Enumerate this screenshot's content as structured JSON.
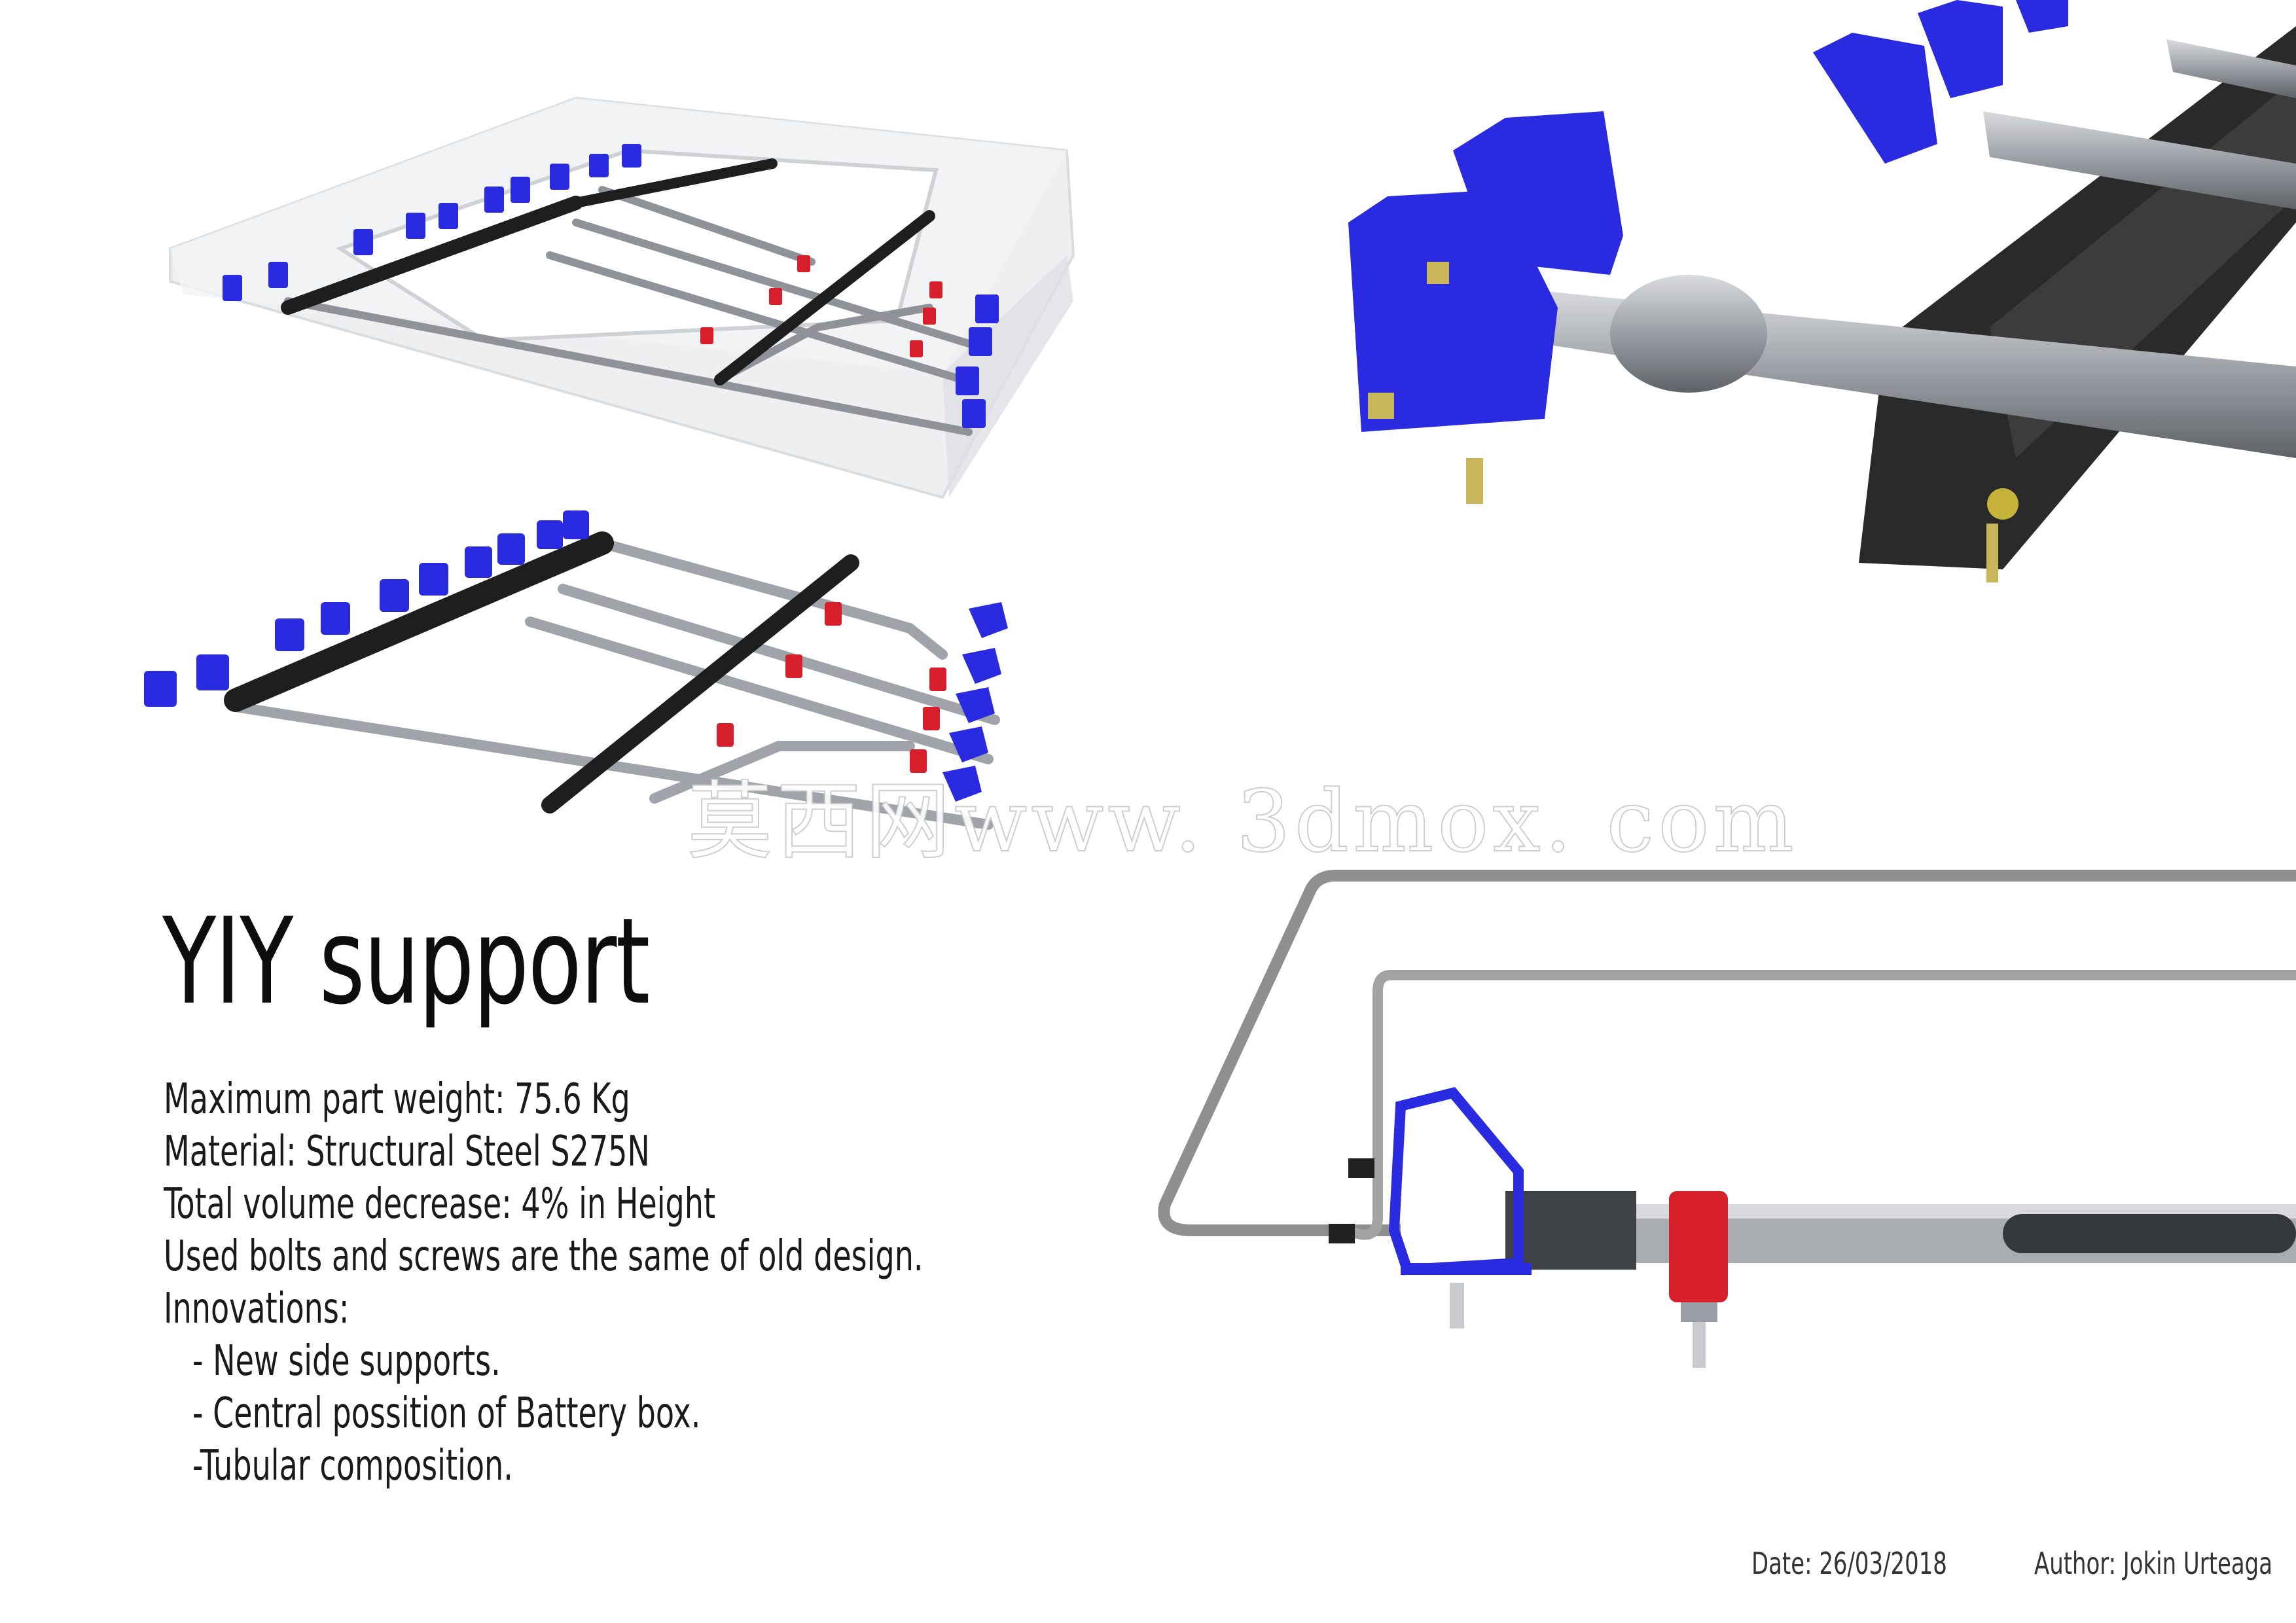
{
  "title": "YIY support",
  "specs": [
    "Maximum part weight: 75.6 Kg",
    "Material: Structural Steel S275N",
    "Total volume decrease: 4% in Height",
    "Used bolts and screws are the same of old design.",
    "Innovations:",
    "   - New side supports.",
    "   - Central possition of Battery box.",
    "   -Tubular composition."
  ],
  "footer": {
    "date": "Date: 26/03/2018",
    "author": "Author: Jokin Urteaga"
  },
  "watermark": "莫西网www. 3dmox. com",
  "colors": {
    "bracket_blue": "#2a2ae0",
    "clamp_red": "#d61f2a",
    "tube_steel": "#a9acb1",
    "beam_black": "#1e1e1e",
    "outline_gray": "#8f8f8f"
  },
  "images": [
    {
      "name": "render-frame-in-battery-box",
      "icon": "3d-render"
    },
    {
      "name": "render-frame-isolated",
      "icon": "3d-render"
    },
    {
      "name": "render-closeup-side-supports",
      "icon": "3d-render"
    },
    {
      "name": "render-side-section",
      "icon": "3d-render"
    }
  ]
}
